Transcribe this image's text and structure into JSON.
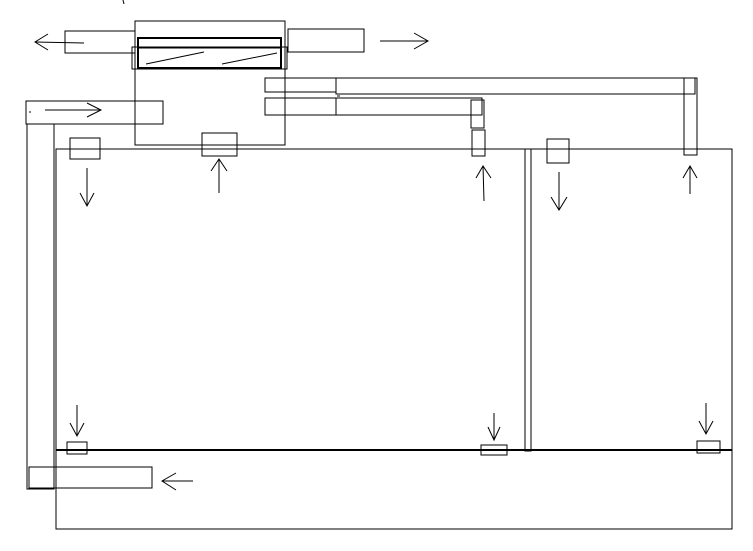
{
  "diagram": {
    "background_color": "#ffffff",
    "stroke_color": "#000000",
    "arrow_directions": {
      "top_left_outlet": "left",
      "top_right_outlet": "right",
      "left_inlet": "right",
      "bottom_inlet": "left",
      "room_a_supply": "down",
      "room_a_return_center": "up",
      "room_a_return_right": "up",
      "room_b_supply": "down",
      "room_b_return": "up",
      "floor_grille_left": "down",
      "floor_grille_center": "down",
      "floor_grille_right": "down"
    }
  }
}
